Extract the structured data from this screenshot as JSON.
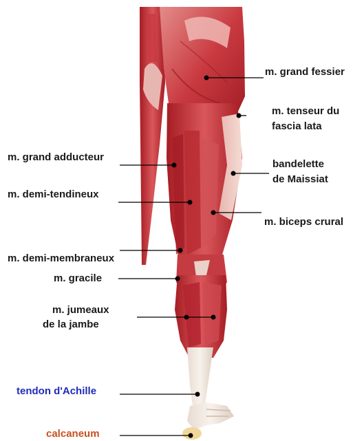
{
  "labels": {
    "grand_fessier": "m. grand fessier",
    "tenseur_1": "m. tenseur du",
    "tenseur_2": "fascia lata",
    "grand_adducteur": "m. grand adducteur",
    "bandelette_1": "bandelette",
    "bandelette_2": "de Maissiat",
    "demi_tendineux": "m. demi-tendineux",
    "biceps": "m. biceps crural",
    "demi_membraneux": "m. demi-membraneux",
    "gracile": "m. gracile",
    "jumeaux_1": "m. jumeaux",
    "jumeaux_2": "de la jambe",
    "achille": "tendon d'Achille",
    "calcaneum": "calcaneum"
  },
  "colors": {
    "muscle_dark": "#b3222a",
    "muscle_mid": "#d04a4e",
    "muscle_light": "#e9a3a0",
    "tendon": "#efe6dd",
    "bone": "#f0d89a",
    "leader": "#000000",
    "achille_text": "#1f2bb8",
    "calcaneum_text": "#c8501e"
  }
}
